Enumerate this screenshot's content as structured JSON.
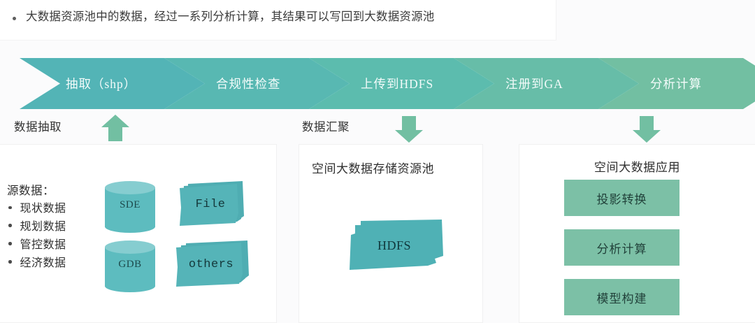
{
  "header": {
    "bullet_text": "大数据资源池中的数据，经过一系列分析计算，其结果可以写回到大数据资源池"
  },
  "flow": {
    "steps": [
      {
        "label": "抽取（shp）",
        "color": "#53b4b6"
      },
      {
        "label": "合规性检查",
        "color": "#58b8b2"
      },
      {
        "label": "上传到HDFS",
        "color": "#5cbcae"
      },
      {
        "label": "注册到GA",
        "color": "#67bda8"
      },
      {
        "label": "分析计算",
        "color": "#72bfa2"
      }
    ]
  },
  "captions": {
    "extract": "数据抽取",
    "converge": "数据汇聚"
  },
  "arrows": {
    "up_color": "#72bfa2",
    "down_color": "#72bfa2"
  },
  "source_panel": {
    "title": "源数据：",
    "items": [
      "现状数据",
      "规划数据",
      "管控数据",
      "经济数据"
    ],
    "databases": [
      {
        "label": "SDE",
        "body_color": "#5dbcbf",
        "top_color": "#86cdd0"
      },
      {
        "label": "GDB",
        "body_color": "#5dbcbf",
        "top_color": "#86cdd0"
      }
    ],
    "documents": [
      {
        "label": "File",
        "color": "#55b4b8"
      },
      {
        "label": "others",
        "color": "#55b4b8"
      }
    ]
  },
  "storage_panel": {
    "title": "空间大数据存储资源池",
    "document": {
      "label": "HDFS",
      "color": "#4fb1b5"
    }
  },
  "app_panel": {
    "title": "空间大数据应用",
    "boxes": [
      "投影转换",
      "分析计算",
      "模型构建"
    ],
    "box_color": "#7cc0a6"
  }
}
